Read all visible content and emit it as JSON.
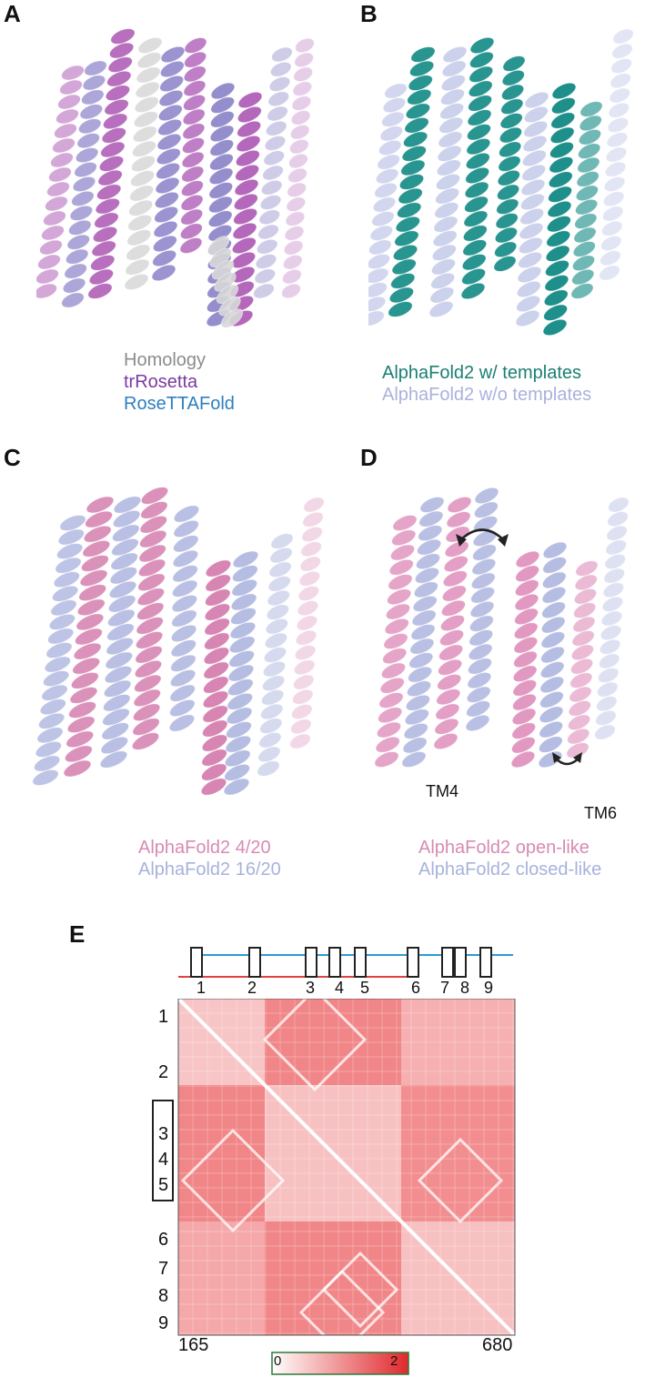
{
  "panels": {
    "A": {
      "letter": "A",
      "legend": [
        {
          "text": "Homology",
          "color": "#8c8c8c"
        },
        {
          "text": "trRosetta",
          "color": "#7a3aa0"
        },
        {
          "text": "RoseTTAFold",
          "color": "#2d7fbf"
        }
      ],
      "helix_colors": [
        "#b060b8",
        "#8a82c8",
        "#d8d8d8"
      ]
    },
    "B": {
      "letter": "B",
      "legend": [
        {
          "text": "AlphaFold2 w/ templates",
          "color": "#1b7f72"
        },
        {
          "text": "AlphaFold2 w/o templates",
          "color": "#aab2dc"
        }
      ],
      "helix_colors": [
        "#128a84",
        "#c0c6e8"
      ]
    },
    "C": {
      "letter": "C",
      "legend": [
        {
          "text": "AlphaFold2 4/20",
          "color": "#d88ab4"
        },
        {
          "text": "AlphaFold2 16/20",
          "color": "#a8b2dc"
        }
      ],
      "helix_colors": [
        "#d57fae",
        "#aeb6df"
      ]
    },
    "D": {
      "letter": "D",
      "legend": [
        {
          "text": "AlphaFold2 open-like",
          "color": "#d88ab4"
        },
        {
          "text": "AlphaFold2 closed-like",
          "color": "#a8b2dc"
        }
      ],
      "labels": {
        "tm4": "TM4",
        "tm6": "TM6"
      },
      "helix_colors": [
        "#df8fbb",
        "#aeb6df"
      ]
    },
    "E": {
      "letter": "E",
      "tm_numbers": [
        "1",
        "2",
        "3",
        "4",
        "5",
        "6",
        "7",
        "8",
        "9"
      ],
      "axis_start": "165",
      "axis_end": "680",
      "colorbar": {
        "min": "0",
        "max": "2",
        "low_color": "#ffffff",
        "high_color": "#e0282c"
      },
      "line_colors": {
        "top": "#2d9bd2",
        "bottom": "#e04040"
      }
    }
  }
}
